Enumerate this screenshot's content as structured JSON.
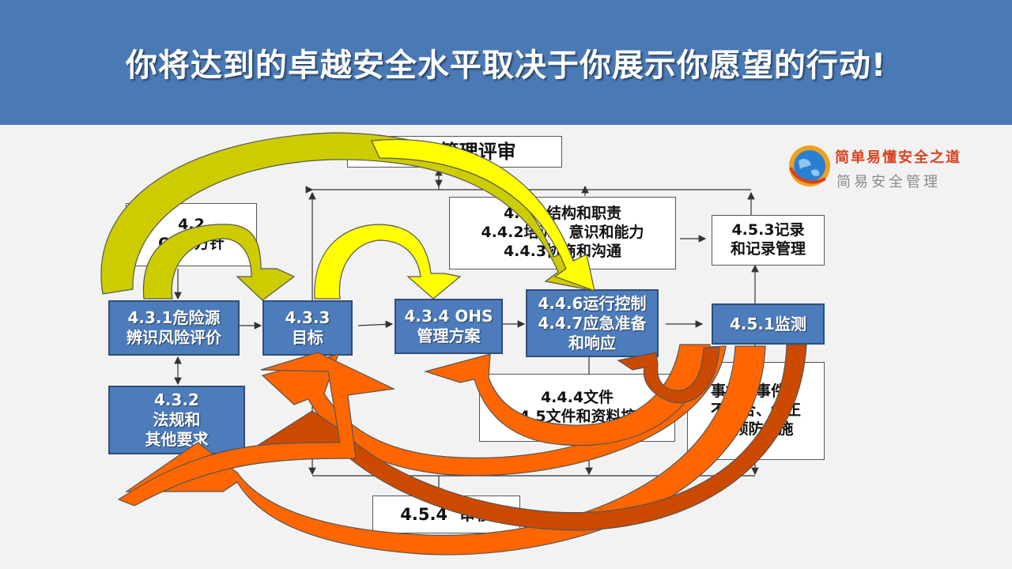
{
  "title": "你将达到的卓越安全水平取决于你展示你愿望的行动!",
  "boxes": {
    "review": "4.6  管理评审",
    "policy": "4.2\nOHS方针",
    "structure": "4.4.1结构和职责\n4.4.2培训、意识和能力\n4.4.3协商和沟通",
    "records": "4.5.3记录\n和记录管理",
    "hazard": "4.3.1危险源\n辨识风险评价",
    "objectives": "4.3.3\n目标",
    "programme": "4.3.4 OHS\n管理方案",
    "operation": "4.4.6运行控制\n4.4.7应急准备\n和响应",
    "monitoring": "4.5.1监测",
    "legal": "4.3.2\n法规和\n其他要求",
    "documents": "4.4.4文件\n4.4.5文件和资料控制",
    "corrective": "事故、事件、\n不符合、纠正\n和预防措施",
    "audit": "4.5.4  审核"
  },
  "logo": {
    "line1": "简单易懂安全之道",
    "line2": "简易安全管理",
    "icon": "globe-icon"
  },
  "colors": {
    "header": "#4a7ab5",
    "box_blue": "#4d7cbc",
    "arrow_yellow": "#ffff00",
    "arrow_olive": "#cccc00",
    "arrow_orange": "#ff6600",
    "arrow_dark_orange": "#cc4a00"
  }
}
